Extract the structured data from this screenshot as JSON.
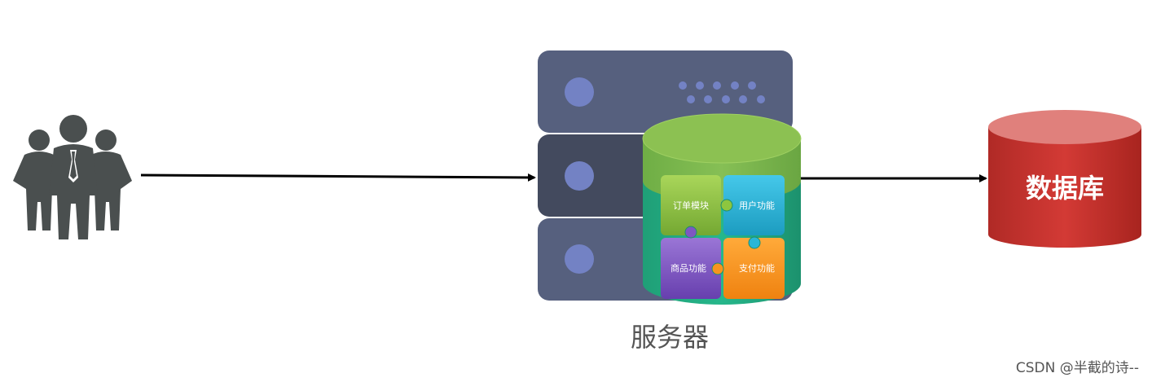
{
  "server": {
    "label": "服务器",
    "modules": {
      "order": "订单模块",
      "user": "用户功能",
      "product": "商品功能",
      "payment": "支付功能"
    }
  },
  "database": {
    "label": "数据库"
  },
  "watermark": "CSDN @半截的诗--",
  "colors": {
    "users": "#4a4f4f",
    "server_rack": "#56607e",
    "server_rack_dark": "#434a5e",
    "server_led": "#7382c4",
    "cylinder_top": "#8cc152",
    "cylinder_mid": "#23b186",
    "module_order": "#8dc63f",
    "module_user": "#29b6d8",
    "module_product": "#7e57c2",
    "module_payment": "#f7941d",
    "database": "#d33a35"
  },
  "icons": {
    "users": "group-of-people-icon",
    "server": "server-rack-icon",
    "database": "database-cylinder-icon"
  }
}
